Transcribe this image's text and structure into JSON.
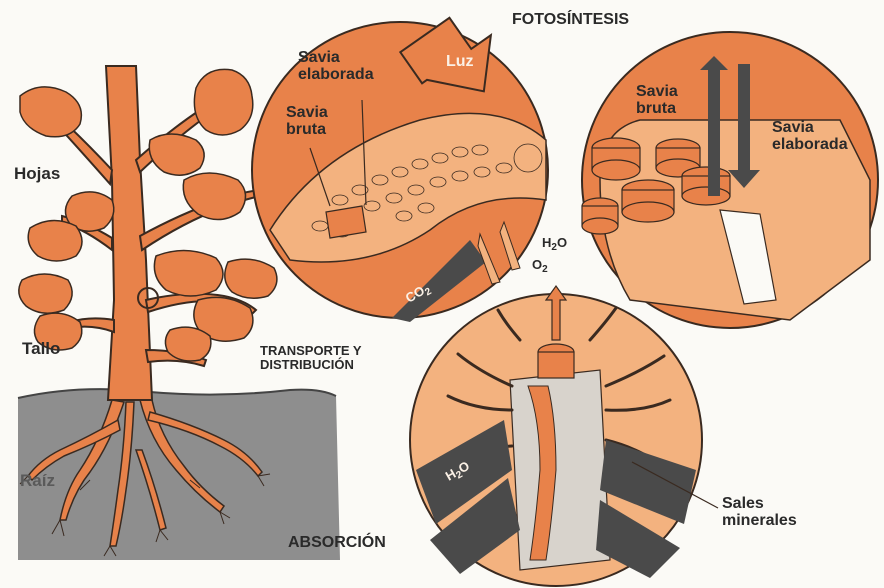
{
  "titles": {
    "fotosintesis": "FOTOSÍNTESIS",
    "transporte_line1": "TRANSPORTE Y",
    "transporte_line2": "DISTRIBUCIÓN",
    "absorcion": "ABSORCIÓN"
  },
  "plant_labels": {
    "hojas": "Hojas",
    "tallo": "Tallo",
    "raiz": "Raíz"
  },
  "leaf_circle": {
    "savia_elaborada_line1": "Savia",
    "savia_elaborada_line2": "elaborada",
    "savia_bruta_line1": "Savia",
    "savia_bruta_line2": "bruta",
    "luz": "Luz",
    "h2o_base": "H",
    "h2o_sub": "2",
    "h2o_end": "O",
    "o2_base": "O",
    "o2_sub": "2",
    "co2_base": "CO",
    "co2_sub": "2"
  },
  "stem_circle": {
    "savia_bruta_line1": "Savia",
    "savia_bruta_line2": "bruta",
    "savia_elaborada_line1": "Savia",
    "savia_elaborada_line2": "elaborada"
  },
  "root_circle": {
    "h2o_base": "H",
    "h2o_sub": "2",
    "h2o_end": "O",
    "sales_line1": "Sales",
    "sales_line2": "minerales"
  },
  "colors": {
    "orange": "#e8824a",
    "light_orange": "#f3b27f",
    "dark_gray": "#4a4a4a",
    "soil": "#8c8c8c",
    "ink": "#2a2a2a"
  }
}
